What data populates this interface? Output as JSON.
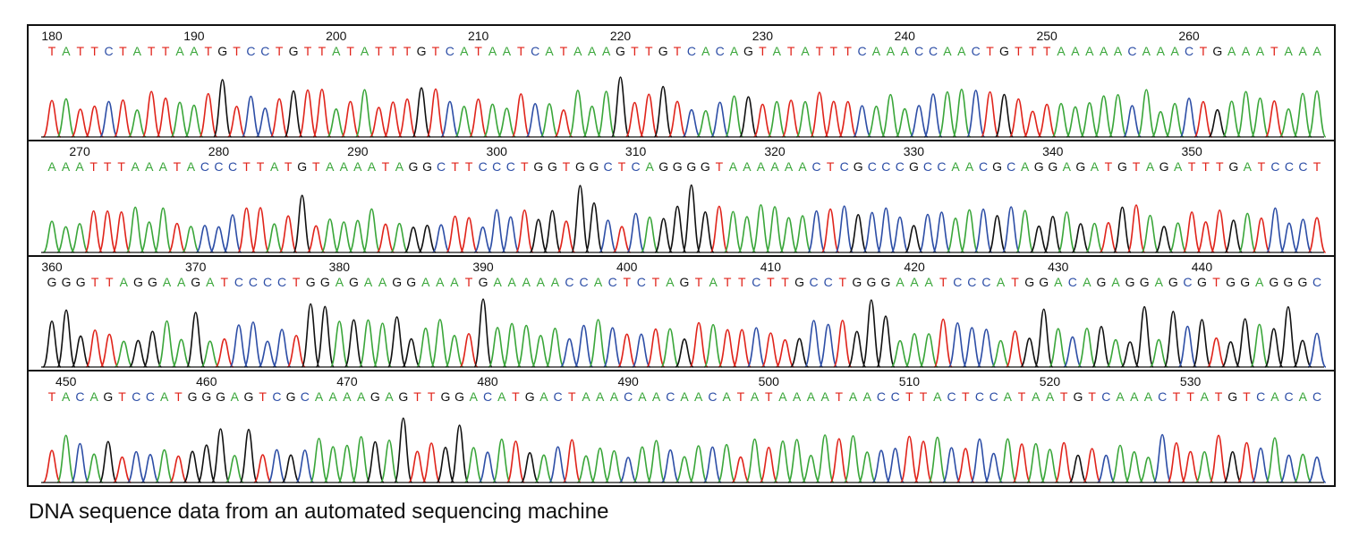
{
  "chart_data": {
    "type": "line",
    "chart_kind": "DNA sequencing chromatogram",
    "caption": "DNA sequence data from an automated sequencing machine",
    "colors": {
      "A": "#3aa63a",
      "C": "#2d4ea6",
      "G": "#111111",
      "T": "#e0241b"
    },
    "legend": "none",
    "grid": false,
    "panels": [
      {
        "start": 180,
        "end": 267,
        "ticks": [
          180,
          190,
          200,
          210,
          220,
          230,
          240,
          250,
          260
        ],
        "sequence": "TATTCTATTAATGTCCTGTTATATTTGTCATAATCATAAAGTTGTCACAGTATATTTCAAACCAACTGTTTAAAAACAAACTGAAATAAA"
      },
      {
        "start": 268,
        "end": 359,
        "ticks": [
          270,
          280,
          290,
          300,
          310,
          320,
          330,
          340,
          350
        ],
        "sequence": "AAATTTAAATACCCTTATGTAAAATAGGCTTCCCTGGTGGCTCAGGGGTAAAAAACTCGCCCGCCAACGCAGGAGATGTAGATTTGATCCCT"
      },
      {
        "start": 360,
        "end": 448,
        "ticks": [
          360,
          370,
          380,
          390,
          400,
          410,
          420,
          430,
          440
        ],
        "sequence": "GGGTTAGGAAGATCCCCTGGAGAAGGAAATGAAAAACCACTCTAGTATTCTTGCCTGGGAAATCCCATGGACAGAGGAGCGTGGAGGGC"
      },
      {
        "start": 449,
        "end": 537,
        "ticks": [
          450,
          460,
          470,
          480,
          490,
          500,
          510,
          520,
          530
        ],
        "sequence": "TACAGTCCATGGGAGTCGCAAAAGAGTTGGACATGACTAAACAACAACATATAAAATAACCTTACTCCATAATGTCAAACTTATGTCACAC"
      }
    ]
  }
}
